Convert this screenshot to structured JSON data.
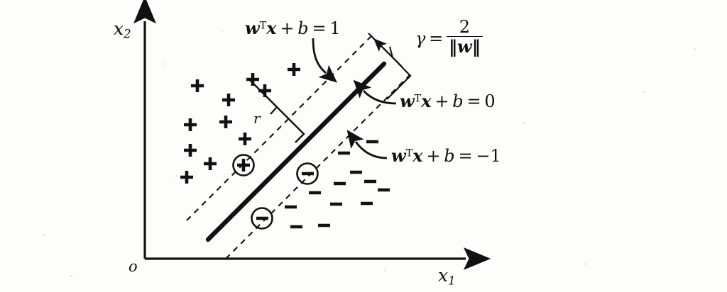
{
  "figure": {
    "title": "SVM maximum margin hyperplane diagram",
    "background_color": "#fdfdfc",
    "ink_color": "#111111"
  },
  "axes": {
    "x_label": "x",
    "x_label_sub": "1",
    "y_label": "x",
    "y_label_sub": "2",
    "origin_label": "o",
    "x_axis": {
      "x1": 204,
      "y1": 365,
      "x2": 668,
      "y2": 365
    },
    "y_axis": {
      "x1": 204,
      "y1": 365,
      "x2": 204,
      "y2": 22
    }
  },
  "labels": {
    "hyperplane_pos": {
      "w": "w",
      "sup": "T",
      "x": "x",
      "plus": "+",
      "b": "b",
      "eq": "=",
      "value": "1"
    },
    "hyperplane_zero": {
      "w": "w",
      "sup": "T",
      "x": "x",
      "plus": "+",
      "b": "b",
      "eq": "=",
      "value": "0"
    },
    "hyperplane_neg": {
      "w": "w",
      "sup": "T",
      "x": "x",
      "plus": "+",
      "b": "b",
      "eq": "=",
      "value": "−1"
    },
    "margin": {
      "gamma": "γ",
      "eq": "=",
      "numerator": "2",
      "denominator": "‖w‖"
    },
    "distance": {
      "symbol": "r"
    }
  },
  "chart_data": {
    "type": "scatter",
    "title": "Support vector machine maximum margin",
    "xlabel": "x1",
    "ylabel": "x2",
    "xlim": [
      204,
      668
    ],
    "ylim": [
      365,
      22
    ],
    "grid": false,
    "legend": "none",
    "annotations": [
      {
        "text": "wTx + b = 1",
        "target": "upper-dashed-line"
      },
      {
        "text": "wTx + b = 0",
        "target": "solid-decision-boundary"
      },
      {
        "text": "wTx + b = -1",
        "target": "lower-dashed-line"
      },
      {
        "text": "gamma = 2/||w||",
        "target": "margin-width-bracket"
      },
      {
        "text": "r",
        "target": "point-to-boundary-distance"
      }
    ],
    "lines": [
      {
        "name": "upper-margin-boundary",
        "style": "dashed",
        "equation": "wTx + b = 1",
        "x1": 263,
        "y1": 311,
        "x2": 523,
        "y2": 51
      },
      {
        "name": "decision-boundary",
        "style": "solid",
        "equation": "wTx + b = 0",
        "x1": 293,
        "y1": 338,
        "x2": 541,
        "y2": 90
      },
      {
        "name": "lower-margin-boundary",
        "style": "dashed",
        "equation": "wTx + b = -1",
        "x1": 318,
        "y1": 365,
        "x2": 578,
        "y2": 105
      }
    ],
    "series": [
      {
        "name": "positive-class",
        "marker": "plus",
        "count": 13,
        "points": [
          {
            "x": 278,
            "y": 121,
            "support_vector": false
          },
          {
            "x": 322,
            "y": 141,
            "support_vector": false
          },
          {
            "x": 356,
            "y": 112,
            "support_vector": false
          },
          {
            "x": 373,
            "y": 128,
            "support_vector": false
          },
          {
            "x": 414,
            "y": 98,
            "support_vector": false
          },
          {
            "x": 268,
            "y": 176,
            "support_vector": false
          },
          {
            "x": 318,
            "y": 172,
            "support_vector": false
          },
          {
            "x": 268,
            "y": 212,
            "support_vector": false
          },
          {
            "x": 296,
            "y": 231,
            "support_vector": false
          },
          {
            "x": 345,
            "y": 196,
            "support_vector": false
          },
          {
            "x": 263,
            "y": 250,
            "support_vector": false
          },
          {
            "x": 343,
            "y": 233,
            "support_vector": true
          },
          {
            "x": 248,
            "y": 140,
            "support_vector": false
          }
        ]
      },
      {
        "name": "negative-class",
        "marker": "minus",
        "count": 13,
        "points": [
          {
            "x": 484,
            "y": 216,
            "support_vector": false
          },
          {
            "x": 524,
            "y": 200,
            "support_vector": false
          },
          {
            "x": 501,
            "y": 243,
            "support_vector": false
          },
          {
            "x": 443,
            "y": 272,
            "support_vector": false
          },
          {
            "x": 478,
            "y": 259,
            "support_vector": false
          },
          {
            "x": 521,
            "y": 256,
            "support_vector": false
          },
          {
            "x": 540,
            "y": 268,
            "support_vector": false
          },
          {
            "x": 409,
            "y": 292,
            "support_vector": false
          },
          {
            "x": 473,
            "y": 288,
            "support_vector": false
          },
          {
            "x": 516,
            "y": 287,
            "support_vector": false
          },
          {
            "x": 417,
            "y": 320,
            "support_vector": false
          },
          {
            "x": 456,
            "y": 318,
            "support_vector": false
          },
          {
            "x": 433,
            "y": 245,
            "support_vector": true
          },
          {
            "x": 369,
            "y": 308,
            "support_vector": true
          }
        ]
      }
    ]
  }
}
